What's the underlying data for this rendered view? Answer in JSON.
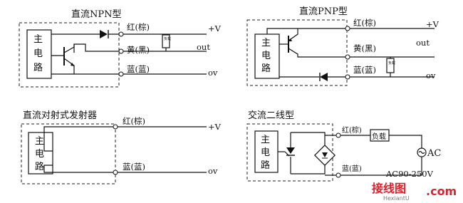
{
  "panels": {
    "npn": {
      "title": "直流NPN型",
      "main_circuit": [
        "主",
        "电",
        "路"
      ],
      "wire_brown": "红(棕)",
      "wire_black": "黄(黑)",
      "wire_blue": "蓝(蓝)",
      "supply": "+V",
      "output": "out",
      "ground": "ov",
      "load": "负载"
    },
    "pnp": {
      "title": "直流PNP型",
      "main_circuit": [
        "主",
        "电",
        "路"
      ],
      "wire_brown": "红(棕)",
      "wire_black": "黄(黑)",
      "wire_blue": "蓝(蓝)",
      "supply": "+V",
      "output": "out",
      "ground": "ov",
      "load": "负载"
    },
    "emitter": {
      "title": "直流对射式发射器",
      "main_circuit": [
        "主",
        "电",
        "路"
      ],
      "wire_brown": "红(棕)",
      "wire_blue": "蓝(蓝)",
      "supply": "+V",
      "ground": "ov"
    },
    "ac": {
      "title": "交流二线型",
      "main_circuit": [
        "主",
        "电",
        "路"
      ],
      "wire_brown": "红(棕)",
      "wire_blue": "蓝(蓝)",
      "load": "负载",
      "source": "AC",
      "voltage": "AC90-250V"
    }
  },
  "watermark": {
    "brand": "接线图",
    "domain": ".com",
    "url": "HexiantU"
  },
  "colors": {
    "ink": "#111111",
    "watermark_red": "#d9232e",
    "watermark_gray": "#888888"
  }
}
